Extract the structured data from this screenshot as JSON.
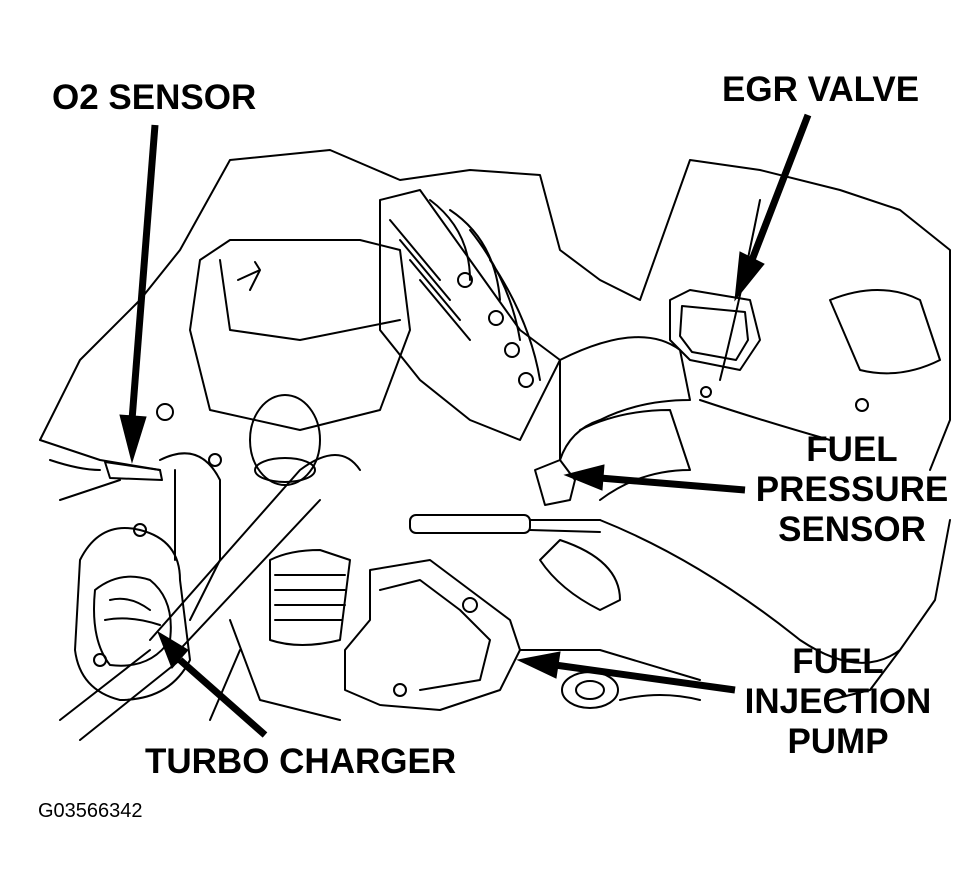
{
  "figure_id": "G03566342",
  "labels": {
    "o2_sensor": "O2 SENSOR",
    "egr_valve": "EGR VALVE",
    "fuel_pressure_sensor": [
      "FUEL",
      "PRESSURE",
      "SENSOR"
    ],
    "fuel_injection_pump": [
      "FUEL",
      "INJECTION",
      "PUMP"
    ],
    "turbo_charger": "TURBO CHARGER"
  },
  "colors": {
    "ink": "#000000",
    "paper": "#ffffff"
  }
}
